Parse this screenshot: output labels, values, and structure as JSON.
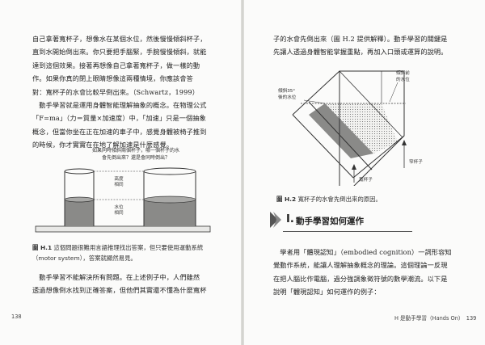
{
  "left_page": {
    "body_text": [
      "自己拿著寬杯子，想像水在某個水位，然後慢慢傾斜杯子，",
      "直到水開始倒出來。你只要把手腦緊，手腕慢慢傾斜，就能",
      "達到這個效果。接著再想像自己拿著寬杯子，做一樣的動",
      "作。如果你真的閉上眼睛想像這兩種情境，你應該會答",
      "對：寬杯子的水會比較早倒出來。（Schwartz，1999）",
      "　動手學習就是運用身體智能理解抽象的概念。在物理公式",
      "「F=ma」（力＝質量×加速度）中，「加速」只是一個抽象",
      "概念，但當你坐在正在加速的車子中，感覺身體被椅子推到",
      "的時候，你才實實在在地了解加速是什麼感覺。"
    ],
    "figure": {
      "question_lines": [
        "如果同時傾斜兩個杯子，哪一個杯子的水",
        "會先倒出來？還是會同時倒出？"
      ],
      "label_height": [
        "高度",
        "相同"
      ],
      "label_level": [
        "水位",
        "相同"
      ]
    },
    "caption": {
      "mark": "圖 H.1",
      "lines": [
        "這個問題很難用言語推理找出答案，但只要使用運動系統",
        "（motor system），答案就顯然易見。"
      ]
    },
    "body_text_2": [
      "　動手學習不能解決所有問題。在上述例子中，人們雖然",
      "透過想像倒水找到正確答案，但他們其實還不懂為什麼寬杯"
    ],
    "folio": "138"
  },
  "right_page": {
    "body_text": [
      "子的水會先倒出來（圖 H.2 提供解釋）。動手學習的關鍵是",
      "先讓人透過身體智能掌握重點，再加入口頭或運算的說明。"
    ],
    "figure": {
      "label_tilt": [
        "傾斜35°",
        "後的水位"
      ],
      "label_before": [
        "傾斜前",
        "的水位"
      ],
      "label_narrow": "窄杯子",
      "label_wide": "寬杯子"
    },
    "caption": {
      "mark": "圖 H.2",
      "text": "寬杯子的水會先倒出來的原因。"
    },
    "section": {
      "number": "I.",
      "title": "動手學習如何運作"
    },
    "body_text_2": [
      "　學者用「體現認知」（embodied cognition）一詞形容知",
      "覺動作系統，能讓人理解抽象概念的理論。這個理論一反現",
      "在把人腦比作電腦，過分強調象徵符號的數學潮流。以下是",
      "說明「體現認知」如何運作的例子："
    ],
    "folio": "H 是動手學習（Hands On）　139"
  }
}
